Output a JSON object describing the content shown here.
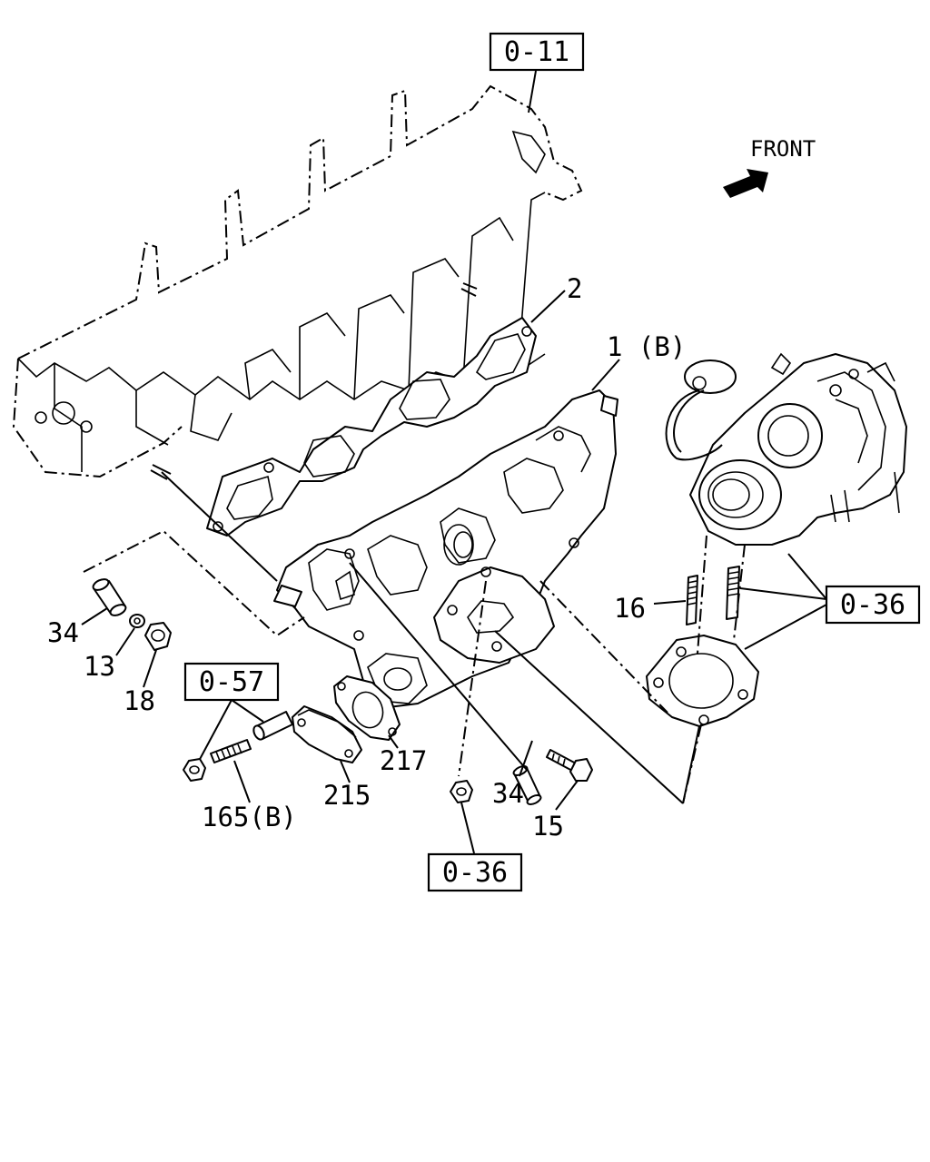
{
  "orientation": {
    "text": "FRONT",
    "arrow_icon": "arrow-front-icon"
  },
  "references": {
    "cylinder_head": "0-11",
    "turbo": "0-36",
    "egr_pipe": "0-57",
    "nut_ref": "0-36"
  },
  "callouts": {
    "manifold_gasket": "2",
    "exhaust_manifold": "1 (B)",
    "stud_16": "16",
    "hollow_pin_34_left": "34",
    "washer_13": "13",
    "nut_18": "18",
    "stud_165b": "165(B)",
    "cover_215": "215",
    "gasket_217": "217",
    "hollow_pin_34_right": "34",
    "bolt_15": "15"
  }
}
